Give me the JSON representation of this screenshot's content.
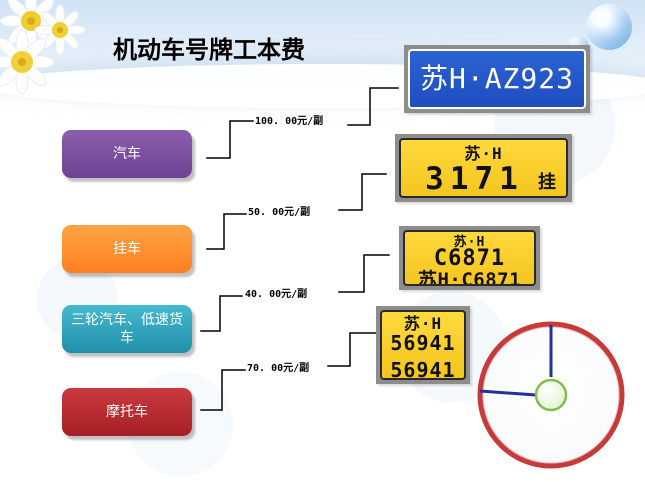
{
  "page": {
    "title": "机动车号牌工本费"
  },
  "vehicles": [
    {
      "label": "汽车",
      "price": "100. 00元/副"
    },
    {
      "label": "挂车",
      "price": "50. 00元/副"
    },
    {
      "label": "三轮汽车、低速货车",
      "price": "40. 00元/副"
    },
    {
      "label": "摩托车",
      "price": "70. 00元/副"
    }
  ],
  "plates": {
    "car": {
      "text": "苏H·AZ923"
    },
    "trailer": {
      "top": "苏·H",
      "bottom": "3171",
      "side": "挂"
    },
    "three_wheel": {
      "top_line1": "苏·H",
      "top_line2": "C6871",
      "bottom": "苏H·C6871"
    },
    "motorcycle": {
      "top_line1": "苏·H",
      "top_line2": "56941",
      "bottom": "56941"
    }
  },
  "decor": {
    "flower_icon": "daisy-flower-icon",
    "bubble_icon": "bubble-icon",
    "clock_icon": "clock-icon"
  },
  "colors": {
    "title": "#000000",
    "car_button": "#7e50a1",
    "trailer_button": "#ff8d2f",
    "three_wheel_button": "#2fa9c1",
    "motorcycle_button": "#c0262c",
    "blue_plate": "#1f4dbf",
    "yellow_plate": "#f4c51f",
    "clock_ring": "#c73a3a",
    "clock_hand": "#2430a0",
    "clock_center": "#7fbf4a"
  }
}
